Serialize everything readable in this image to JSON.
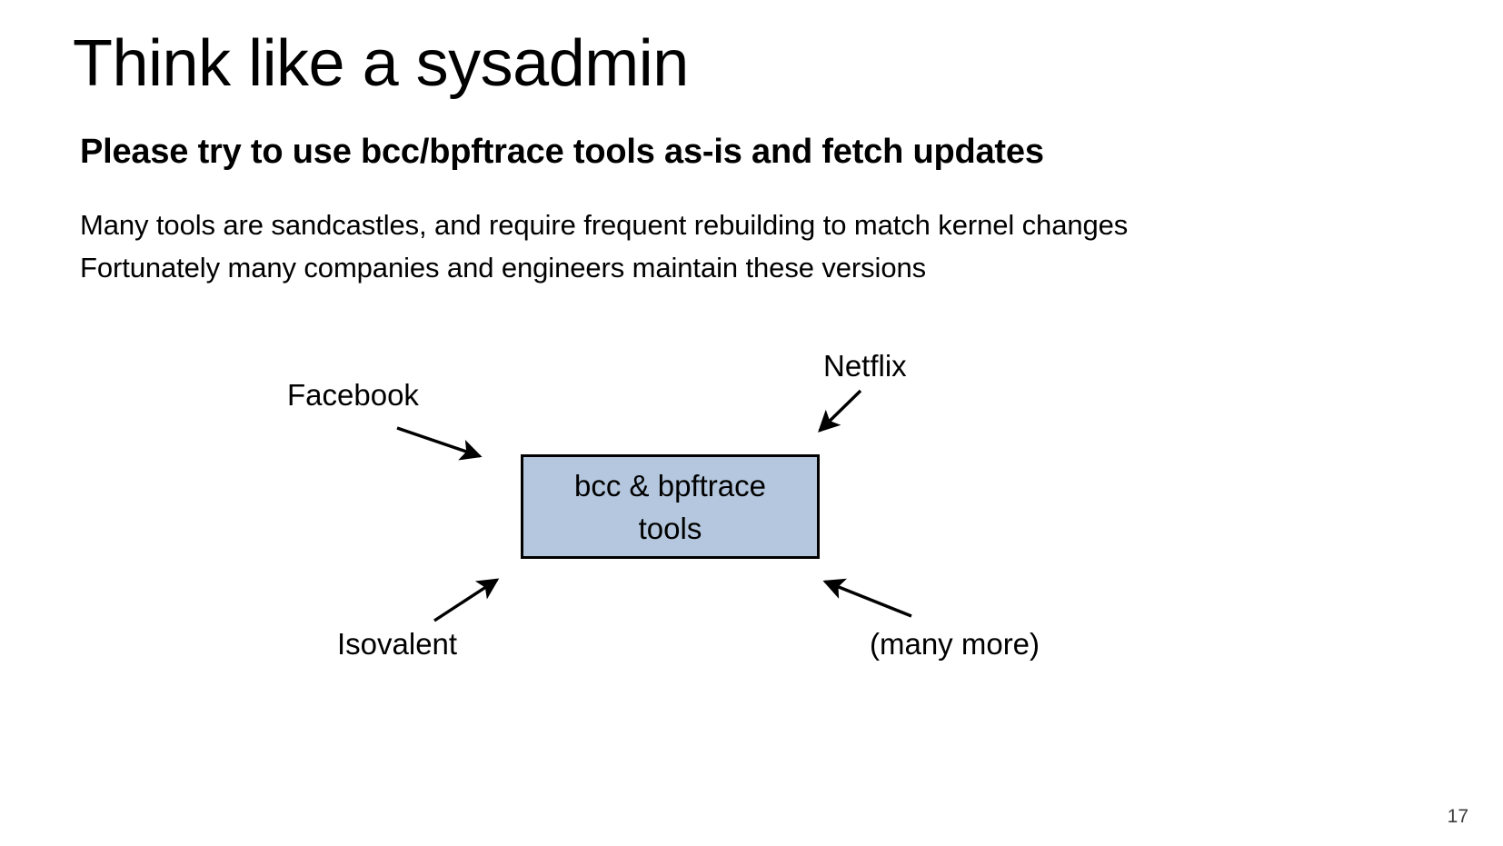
{
  "slide": {
    "title": "Think like a sysadmin",
    "subtitle": "Please try to use bcc/bpftrace tools as-is and fetch updates",
    "body": [
      "Many tools are sandcastles, and require frequent rebuilding to match kernel changes",
      "Fortunately many companies and engineers maintain these versions"
    ],
    "page_number": "17"
  },
  "diagram": {
    "center": {
      "label": "bcc & bpftrace\ntools",
      "fill_color": "#b4c7de",
      "border_color": "#000000"
    },
    "contributors": [
      {
        "label": "Facebook",
        "position": "top-left",
        "arrow": "down-right"
      },
      {
        "label": "Netflix",
        "position": "top-right",
        "arrow": "down-left"
      },
      {
        "label": "Isovalent",
        "position": "bottom-left",
        "arrow": "up-right"
      },
      {
        "label": "(many more)",
        "position": "bottom-right",
        "arrow": "up-left"
      }
    ],
    "arrow_color": "#000000"
  }
}
